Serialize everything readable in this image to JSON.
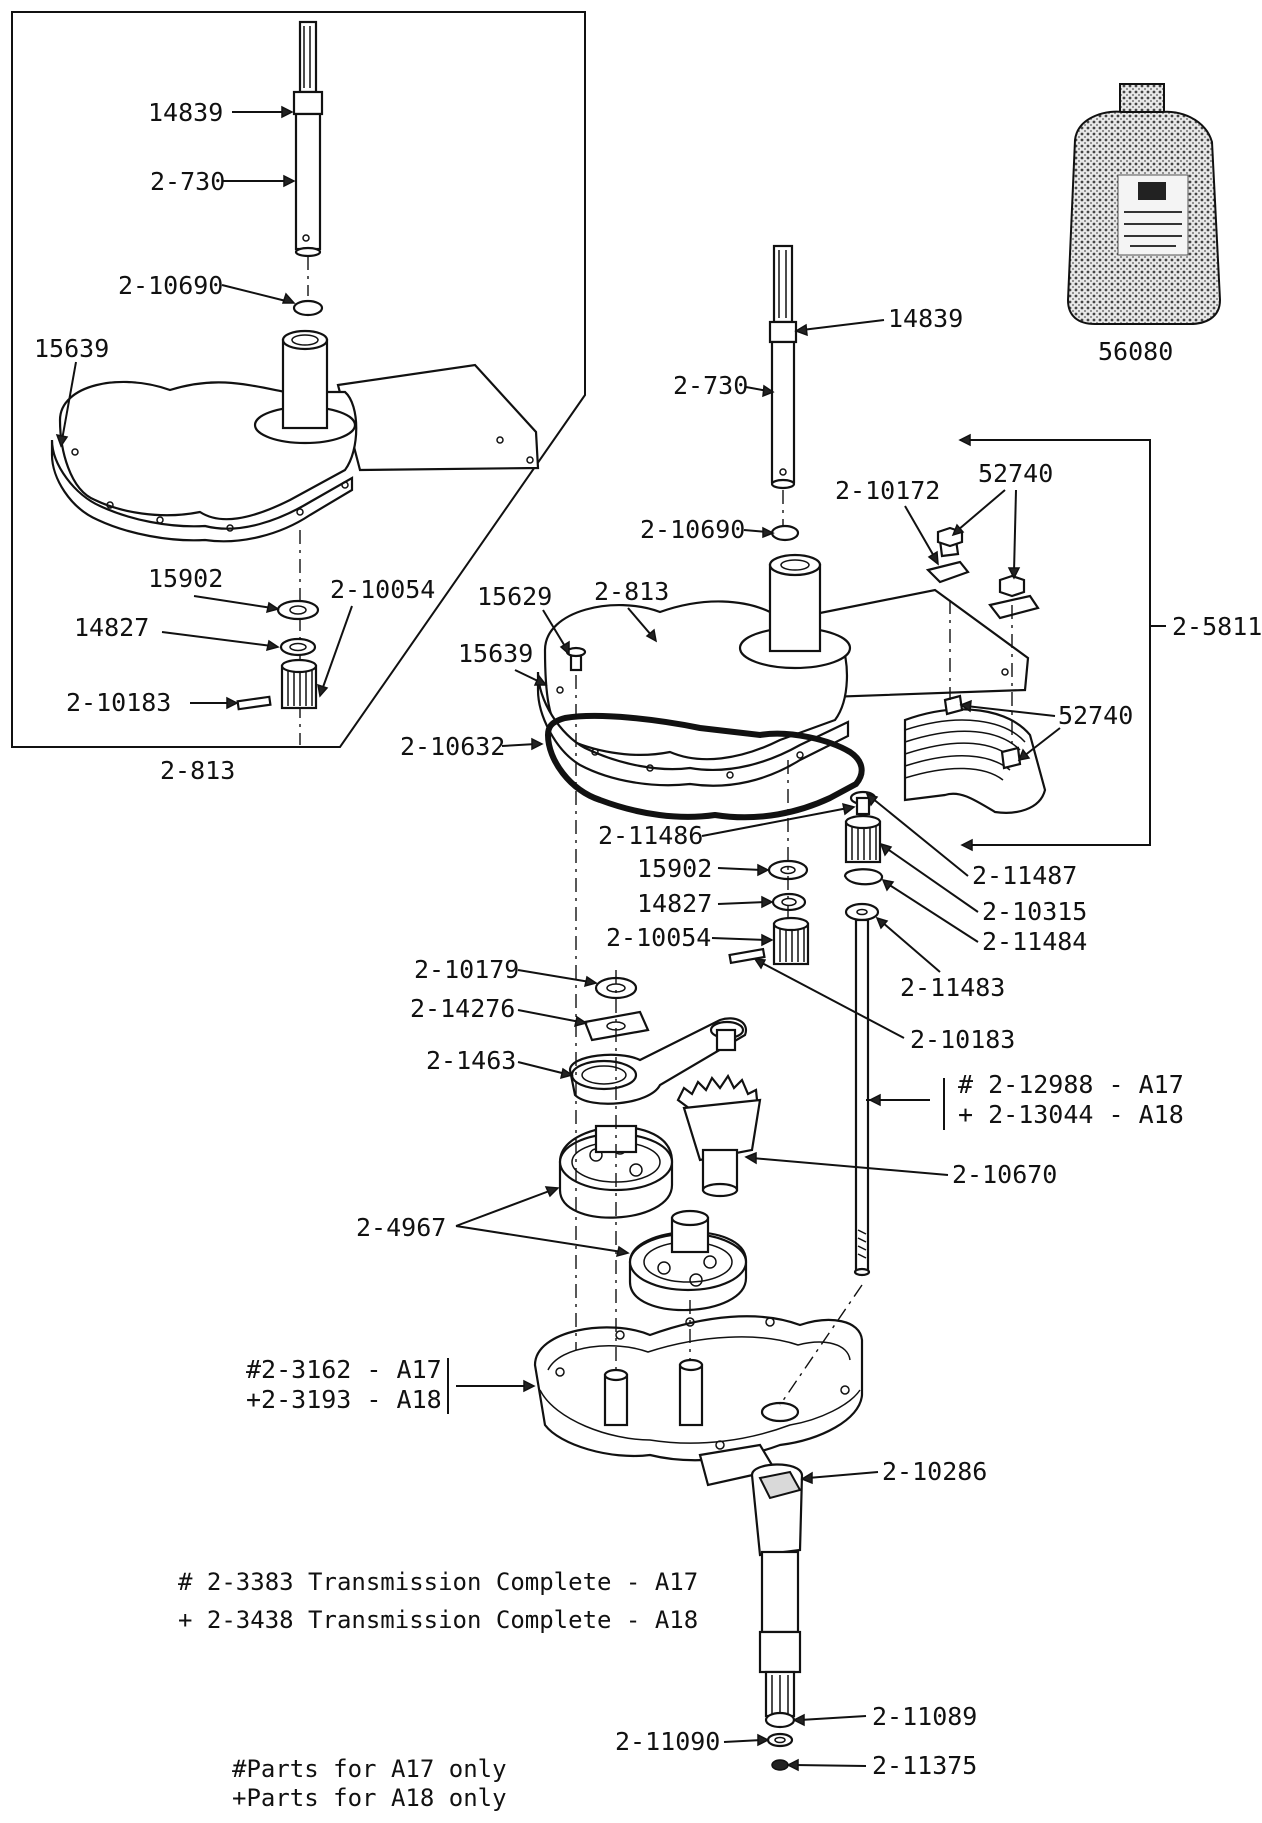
{
  "callouts": {
    "inset_14839": "14839",
    "inset_2_730": "2-730",
    "inset_2_10690": "2-10690",
    "inset_15639": "15639",
    "inset_15902": "15902",
    "inset_2_10054": "2-10054",
    "inset_14827": "14827",
    "inset_2_10183": "2-10183",
    "inset_caption": "2-813",
    "oil_56080": "56080",
    "main_14839": "14839",
    "main_2_730": "2-730",
    "main_2_10172": "2-10172",
    "main_52740_top": "52740",
    "main_2_10690": "2-10690",
    "main_15629": "15629",
    "main_2_813": "2-813",
    "main_15639": "15639",
    "main_2_5811": "2-5811",
    "main_52740_mid": "52740",
    "main_2_10632": "2-10632",
    "main_2_11486": "2-11486",
    "main_2_11487": "2-11487",
    "main_15902": "15902",
    "main_2_10315": "2-10315",
    "main_14827": "14827",
    "main_2_11484": "2-11484",
    "main_2_10054": "2-10054",
    "main_2_10179": "2-10179",
    "main_2_11483": "2-11483",
    "main_2_14276": "2-14276",
    "main_2_10183": "2-10183",
    "main_2_1463": "2-1463",
    "main_shaft_a17": "# 2-12988 - A17",
    "main_shaft_a18": "+ 2-13044 - A18",
    "main_2_10670": "2-10670",
    "main_2_4967": "2-4967",
    "main_case_a17": "#2-3162 - A17",
    "main_case_a18": "+2-3193 - A18",
    "main_2_10286": "2-10286",
    "main_2_11089": "2-11089",
    "main_2_11090": "2-11090",
    "main_2_11375": "2-11375"
  },
  "notes": {
    "complete_a17": "# 2-3383 Transmission Complete - A17",
    "complete_a18": "+ 2-3438 Transmission Complete - A18",
    "legend_a17": "#Parts for A17 only",
    "legend_a18": "+Parts for A18 only"
  },
  "colors": {
    "ink": "#111111",
    "paper": "#ffffff"
  }
}
